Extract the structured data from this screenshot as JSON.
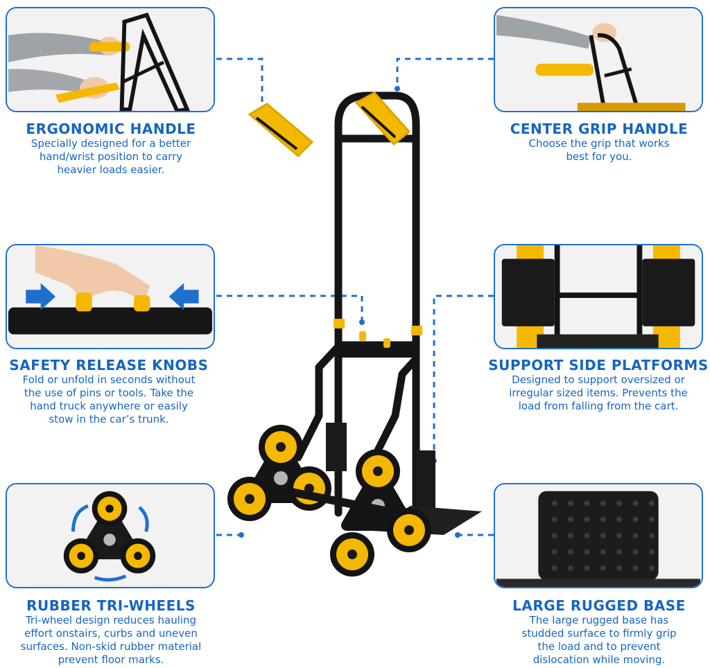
{
  "colors": {
    "accent_blue": "#1565c0",
    "border_blue": "#1f6fd1",
    "frame": "#141414",
    "yellow": "#f5b800"
  },
  "features": [
    {
      "id": "ergonomic",
      "title": "ERGONOMIC HANDLE",
      "lines": [
        "Specially designed for a better",
        "hand/wrist position to carry",
        "heavier loads easier."
      ]
    },
    {
      "id": "center-grip",
      "title": "CENTER GRIP HANDLE",
      "lines": [
        "Choose the grip that works",
        "best for you."
      ]
    },
    {
      "id": "safety",
      "title": "SAFETY RELEASE KNOBS",
      "lines": [
        "Fold or unfold in seconds without",
        "the use of pins or tools. Take the",
        "hand truck anywhere or easily",
        "stow in the car’s trunk."
      ]
    },
    {
      "id": "platforms",
      "title": "SUPPORT SIDE PLATFORMS",
      "lines": [
        "Designed to support oversized or",
        "irregular sized items. Prevents the",
        "load from falling from the cart."
      ]
    },
    {
      "id": "wheels",
      "title": "RUBBER TRI-WHEELS",
      "lines": [
        "Tri-wheel design reduces hauling",
        "effort onstairs, curbs and uneven",
        "surfaces. Non-skid rubber material",
        "prevent floor marks."
      ]
    },
    {
      "id": "base",
      "title": "LARGE RUGGED BASE",
      "lines": [
        "The large rugged base has",
        "studded surface to firmly grip",
        "the load and to prevent",
        "dislocation while moving."
      ]
    }
  ],
  "icons": {
    "panel1": "hand-on-handle-photo",
    "panel2": "center-grip-photo",
    "panel3": "knob-press-photo",
    "panel4": "side-platform-photo",
    "panel5": "tri-wheel-photo",
    "panel6": "studded-base-photo"
  }
}
